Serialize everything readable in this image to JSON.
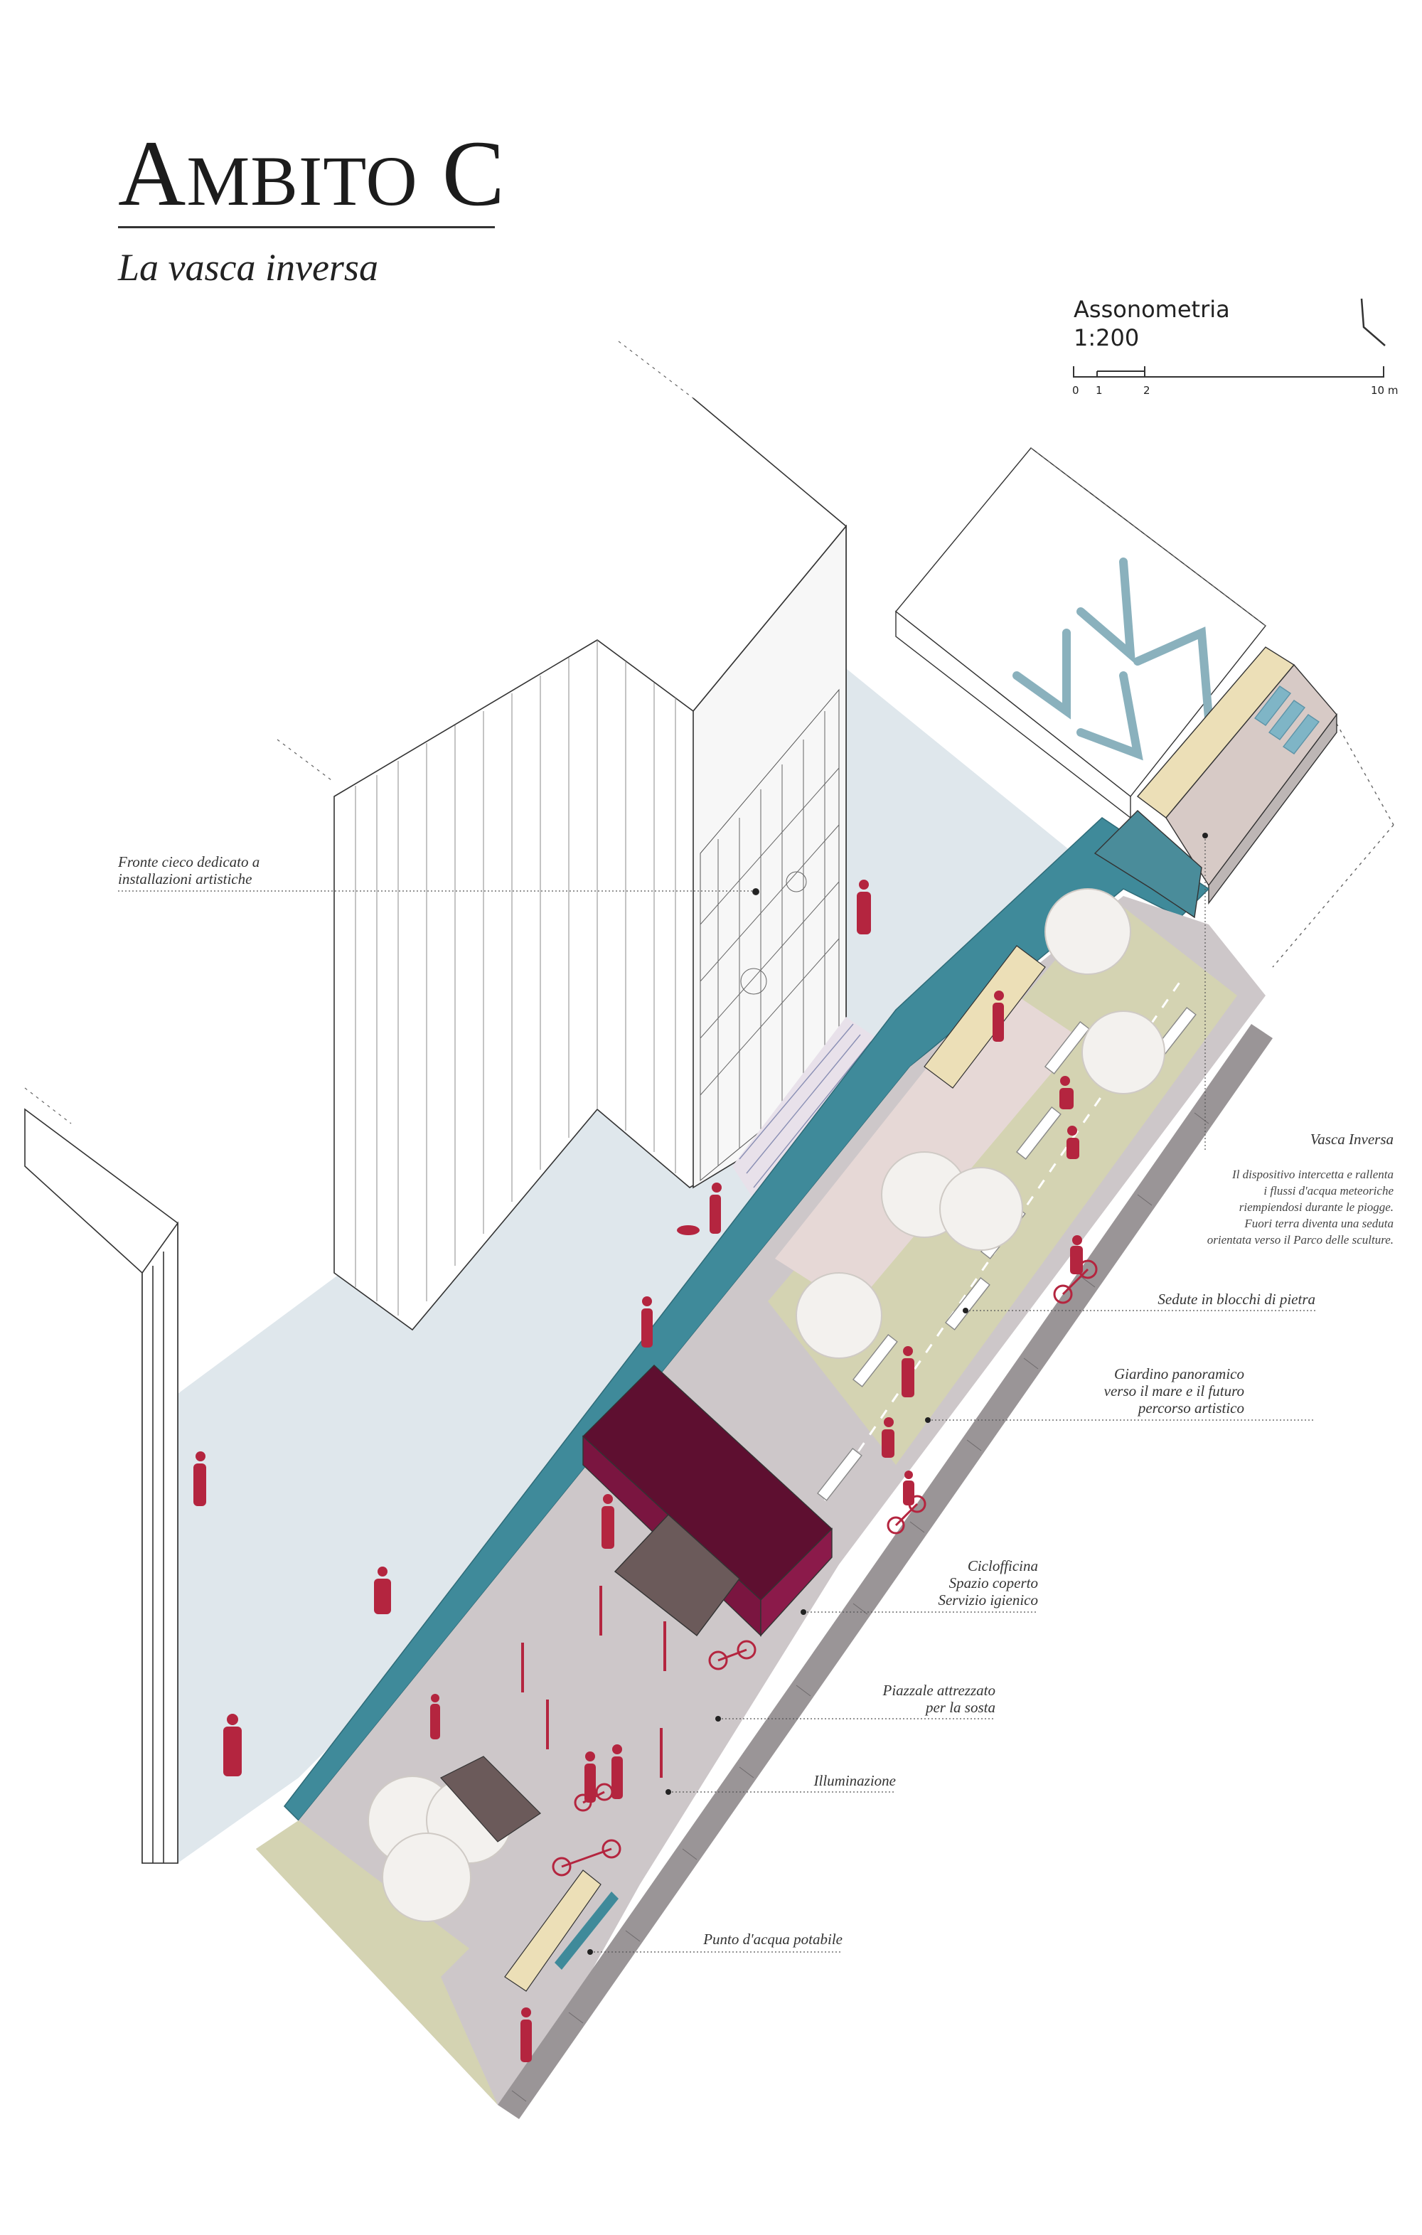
{
  "header": {
    "title": "Ambito C",
    "title_display": "AMBITO C",
    "subtitle": "La vasca inversa"
  },
  "scale": {
    "line1": "Assonometria",
    "line2": "1:200",
    "ticks": [
      "0",
      "1",
      "2",
      "10 m"
    ]
  },
  "labels": {
    "fronte": [
      "Fronte cieco dedicato a",
      "installazioni artistiche"
    ],
    "vasca_title": "Vasca Inversa",
    "vasca_desc": [
      "Il dispositivo intercetta e rallenta",
      "i flussi d'acqua meteoriche",
      "riempiendosi durante le piogge.",
      "Fuori terra diventa una seduta",
      "orientata verso il Parco delle sculture."
    ],
    "sedute": [
      "Sedute in blocchi di pietra"
    ],
    "giardino": [
      "Giardino panoramico",
      "verso il mare e il futuro",
      "percorso artistico"
    ],
    "ciclofficina": [
      "Ciclofficina",
      "Spazio coperto",
      "Servizio igienico"
    ],
    "piazzale": [
      "Piazzale attrezzato",
      "per la sosta"
    ],
    "illuminazione": [
      "Illuminazione"
    ],
    "punto_acqua": [
      "Punto d'acqua potabile"
    ]
  },
  "colors": {
    "water_blue": "#dfe7ec",
    "canal_teal": "#3f8a9a",
    "paving_grey": "#c9c4c6",
    "garden_olive": "#d4d3b2",
    "stair_pink": "#e6d8d6",
    "canopy_magenta": "#7a1540",
    "figure_red": "#b4253f",
    "sand_bench": "#ecdfb7",
    "chevron_blue": "#8ab1bd"
  }
}
